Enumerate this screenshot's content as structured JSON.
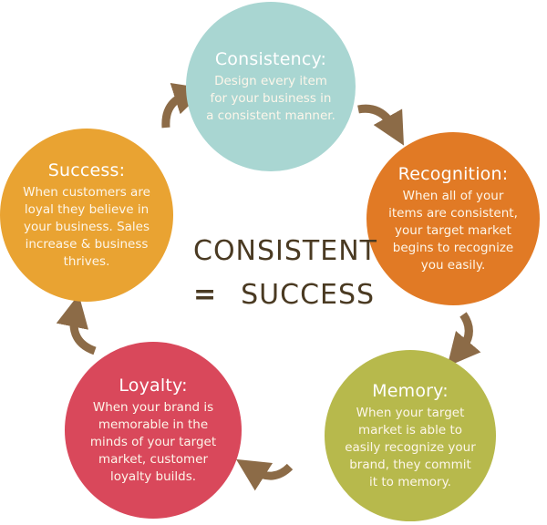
{
  "steps": [
    {
      "title": "Consistency:",
      "body": "Design every item for your business in a consistent manner.",
      "color": "#a9d6d2"
    },
    {
      "title": "Recognition:",
      "body": "When all of your items are consistent, your target market begins to recognize you easily.",
      "color": "#e17a25"
    },
    {
      "title": "Memory:",
      "body": "When your target market is able to easily recognize your brand, they commit it to memory.",
      "color": "#b7b94c"
    },
    {
      "title": "Loyalty:",
      "body": "When your brand is memorable in the minds of your target market, customer loyalty builds.",
      "color": "#d9485b"
    },
    {
      "title": "Success:",
      "body": "When customers are loyal they believe in your business. Sales increase & business thrives.",
      "color": "#e9a332"
    }
  ],
  "center": {
    "line1": "CONSISTENT",
    "equals": "=",
    "line2": "SUCCESS",
    "color": "#4a3a22"
  },
  "arrow_color": "#8c6b47"
}
